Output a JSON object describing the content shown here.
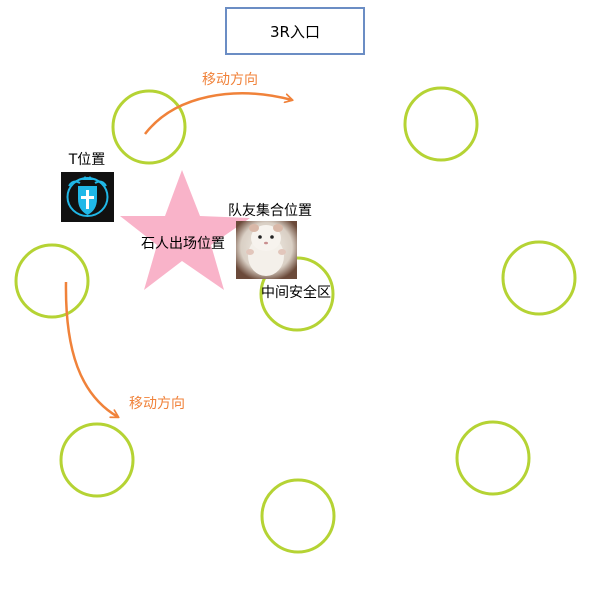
{
  "entrance": {
    "label": "3R入口"
  },
  "labels": {
    "tank_position": "T位置",
    "stone_spawn": "石人出场位置",
    "team_gather": "队友集合位置",
    "safe_zone": "中间安全区",
    "move_direction_top": "移动方向",
    "move_direction_left": "移动方向"
  },
  "colors": {
    "circle_stroke": "#b5d334",
    "arrow": "#f0823a",
    "star": "#f9b3c9",
    "box_border": "#6b8dc4",
    "text": "#000000",
    "icon_bg": "#111111",
    "icon_fg": "#20b8e8"
  },
  "icons": {
    "tank": "tank-shield-icon",
    "teammate": "hamster-avatar-icon"
  }
}
